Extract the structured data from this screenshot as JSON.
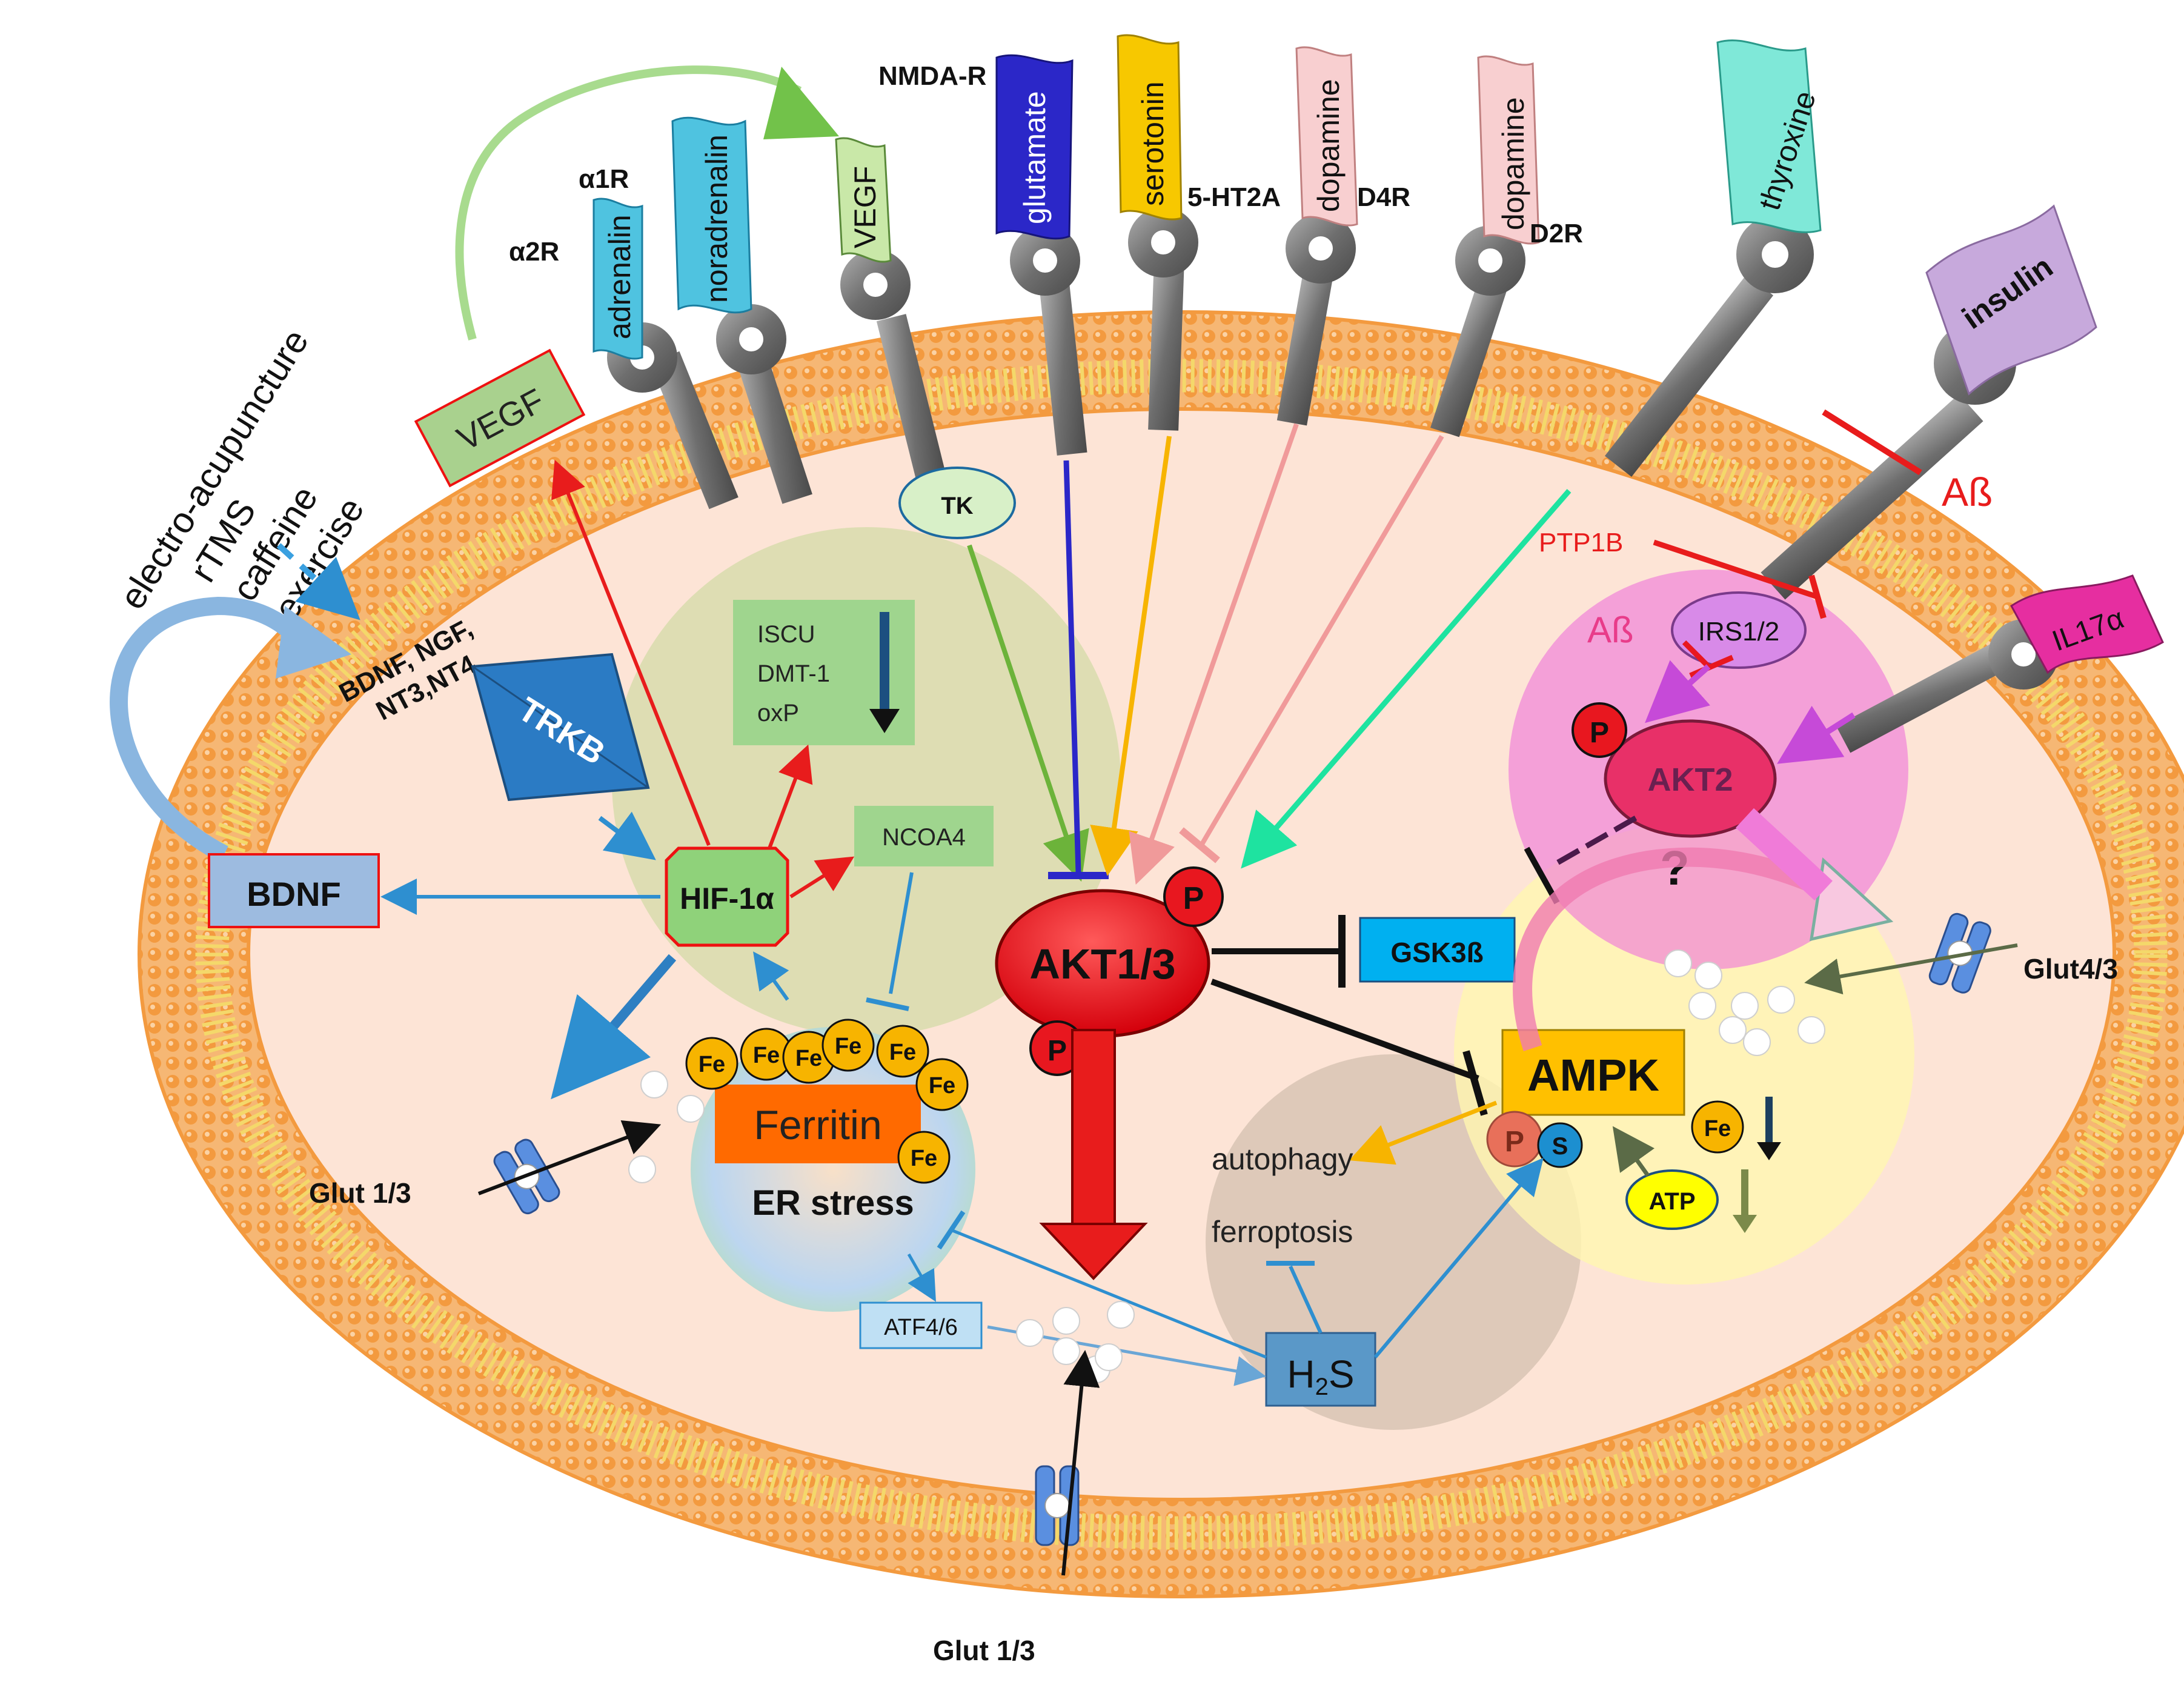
{
  "stimuli": [
    "electro-acupuncture",
    "rTMS",
    "caffeine",
    "exercise"
  ],
  "growth_factors": {
    "line1": "BDNF, NGF,",
    "line2": "NT3,NT4"
  },
  "receptors": {
    "trkb": "TRKB",
    "a2r": "α2R",
    "a1r": "α1R",
    "nmdar": "NMDA-R",
    "ht2a": "5-HT2A",
    "d4r": "D4R",
    "d2r": "D2R"
  },
  "ligands": {
    "adrenalin": "adrenalin",
    "noradrenalin": "noradrenalin",
    "vegf": "VEGF",
    "glutamate": "glutamate",
    "serotonin": "serotonin",
    "dopamine_d4": "dopamine",
    "dopamine_d2": "dopamine",
    "thyroxine": "thyroxine",
    "insulin": "insulin",
    "il17": "IL17α"
  },
  "nodes": {
    "vegf_box": "VEGF",
    "bdnf_box": "BDNF",
    "hif": "HIF-1α",
    "tk": "TK",
    "iscu": "ISCU",
    "dmt1": "DMT-1",
    "oxp": "oxP",
    "ncoa4": "NCOA4",
    "akt13": "AKT1/3",
    "gsk3b": "GSK3ß",
    "ampk": "AMPK",
    "akt2": "AKT2",
    "irs": "IRS1/2",
    "ptp1b": "PTP1B",
    "abeta1": "Aß",
    "abeta2": "Aß",
    "question": "?",
    "p": "P",
    "s": "S",
    "atp": "ATP",
    "fe": "Fe",
    "ferritin": "Ferritin",
    "er_stress": "ER stress",
    "atf": "ATF4/6",
    "h2s_main": "H",
    "h2s_sub": "2",
    "h2s_end": "S",
    "autophagy": "autophagy",
    "ferroptosis": "ferroptosis"
  },
  "transporters": {
    "glut13_left": "Glut 1/3",
    "glut13_bottom": "Glut 1/3",
    "glut43": "Glut4/3"
  },
  "colors": {
    "membrane": "#f5a95e",
    "membrane_core": "#f5e26a",
    "cytoplasm": "#fde4d6",
    "akt": "#e8171f",
    "inhibit": "#111111",
    "hif_arrow": "#2e7fc2",
    "red_arrow": "#e81c1c"
  }
}
